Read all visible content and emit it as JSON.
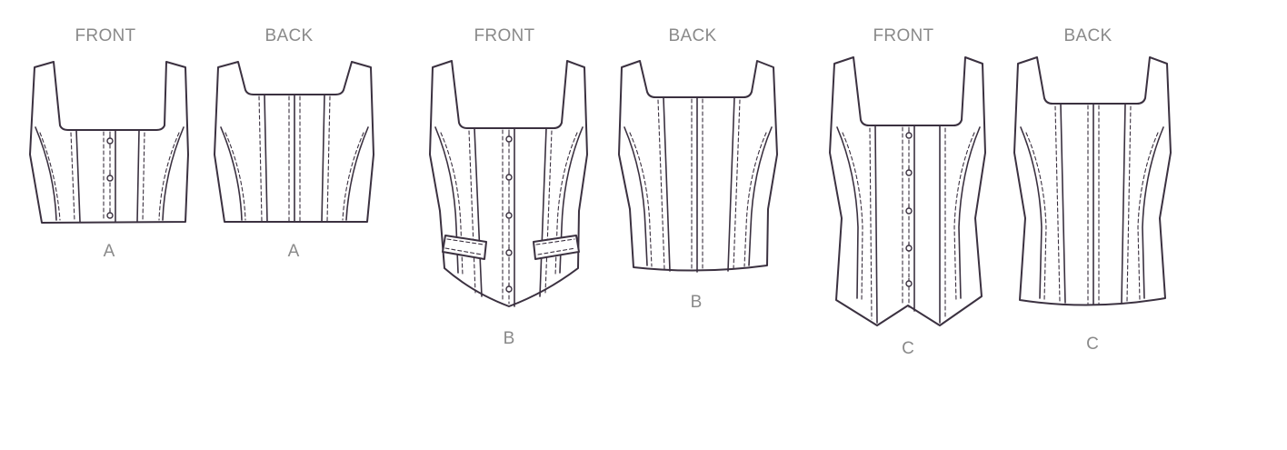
{
  "sketch": {
    "line_color": "#3b3140",
    "label_color": "#8a8a8a",
    "views": [
      {
        "view": "FRONT",
        "view_label": "A"
      },
      {
        "view": "BACK",
        "view_label": "A"
      },
      {
        "view": "FRONT",
        "view_label": "B"
      },
      {
        "view": "BACK",
        "view_label": "B"
      },
      {
        "view": "FRONT",
        "view_label": "C"
      },
      {
        "view": "BACK",
        "view_label": "C"
      }
    ]
  }
}
